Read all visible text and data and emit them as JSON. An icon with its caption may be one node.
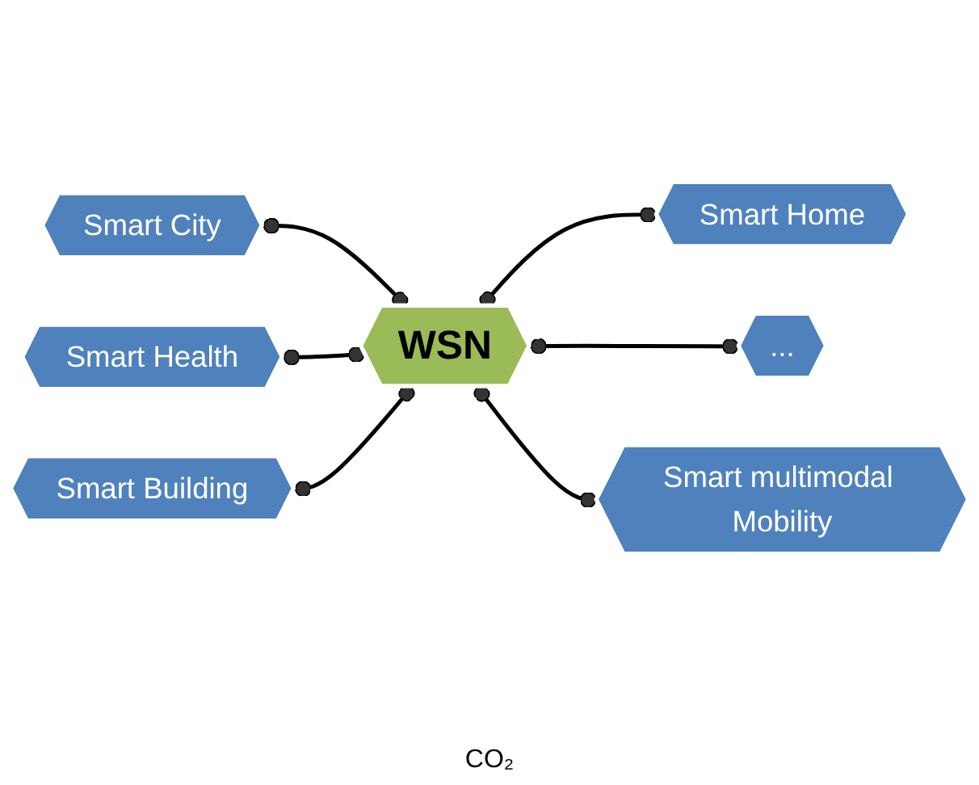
{
  "diagram": {
    "nodes": [
      {
        "text": [
          "Smart City"
        ]
      },
      {
        "text": [
          "Smart Health"
        ]
      },
      {
        "text": [
          "Smart Building"
        ]
      },
      {
        "text": [
          "WSN"
        ]
      },
      {
        "text": [
          "Smart Home"
        ]
      },
      {
        "text": [
          "..."
        ]
      },
      {
        "text": [
          "Smart multimodal Mobility"
        ]
      }
    ],
    "edges": [
      {
        "from": 0,
        "to": 3,
        "arrow": "other"
      },
      {
        "from": 1,
        "to": 3,
        "arrow": "other"
      },
      {
        "from": 2,
        "to": 3,
        "arrow": "other"
      },
      {
        "from": 3,
        "to": 4,
        "arrow": "other"
      },
      {
        "from": 3,
        "to": 5,
        "arrow": "other"
      },
      {
        "from": 3,
        "to": 6,
        "arrow": "other"
      }
    ],
    "labels": [
      "CO₂"
    ]
  }
}
